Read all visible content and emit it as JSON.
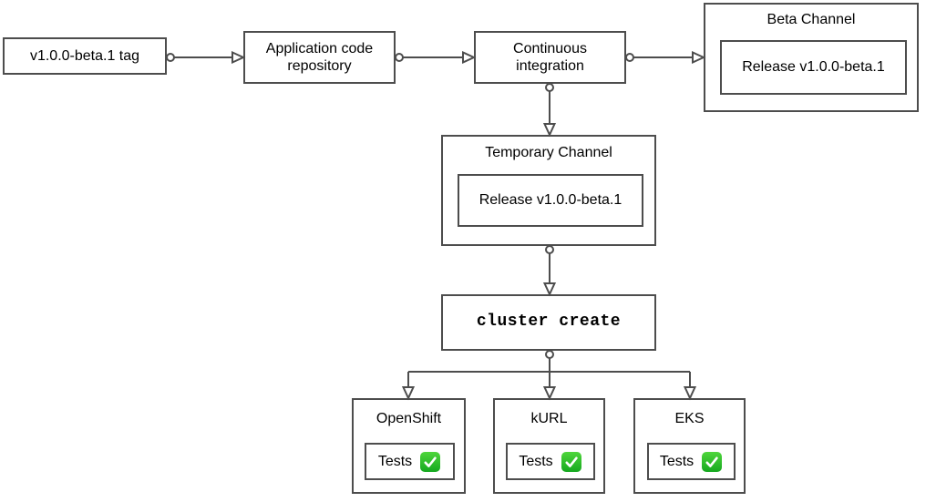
{
  "diagram": {
    "nodes": {
      "tag": {
        "label": "v1.0.0-beta.1 tag"
      },
      "app_repo": {
        "label": "Application code repository"
      },
      "ci": {
        "label": "Continuous integration"
      },
      "beta_channel": {
        "title": "Beta Channel",
        "release_label": "Release v1.0.0-beta.1"
      },
      "temp_channel": {
        "title": "Temporary Channel",
        "release_label": "Release v1.0.0-beta.1"
      },
      "cluster_create": {
        "command": "cluster create"
      },
      "platforms": [
        {
          "title": "OpenShift",
          "tests_label": "Tests",
          "status": "passed",
          "status_icon": "check-mark-button-emoji"
        },
        {
          "title": "kURL",
          "tests_label": "Tests",
          "status": "passed",
          "status_icon": "check-mark-button-emoji"
        },
        {
          "title": "EKS",
          "tests_label": "Tests",
          "status": "passed",
          "status_icon": "check-mark-button-emoji"
        }
      ]
    },
    "edges": [
      {
        "from": "tag",
        "to": "app_repo"
      },
      {
        "from": "app_repo",
        "to": "ci"
      },
      {
        "from": "ci",
        "to": "beta_channel"
      },
      {
        "from": "ci",
        "to": "temp_channel"
      },
      {
        "from": "temp_channel",
        "to": "cluster_create"
      },
      {
        "from": "cluster_create",
        "to": "OpenShift"
      },
      {
        "from": "cluster_create",
        "to": "kURL"
      },
      {
        "from": "cluster_create",
        "to": "EKS"
      }
    ],
    "colors": {
      "background": "#ffffff",
      "node_border": "#4d4d4d",
      "connector": "#4d4d4d",
      "text": "#000000",
      "check_green_top": "#4fd63c",
      "check_green_bottom": "#15a81f",
      "check_mark": "#ffffff"
    }
  }
}
